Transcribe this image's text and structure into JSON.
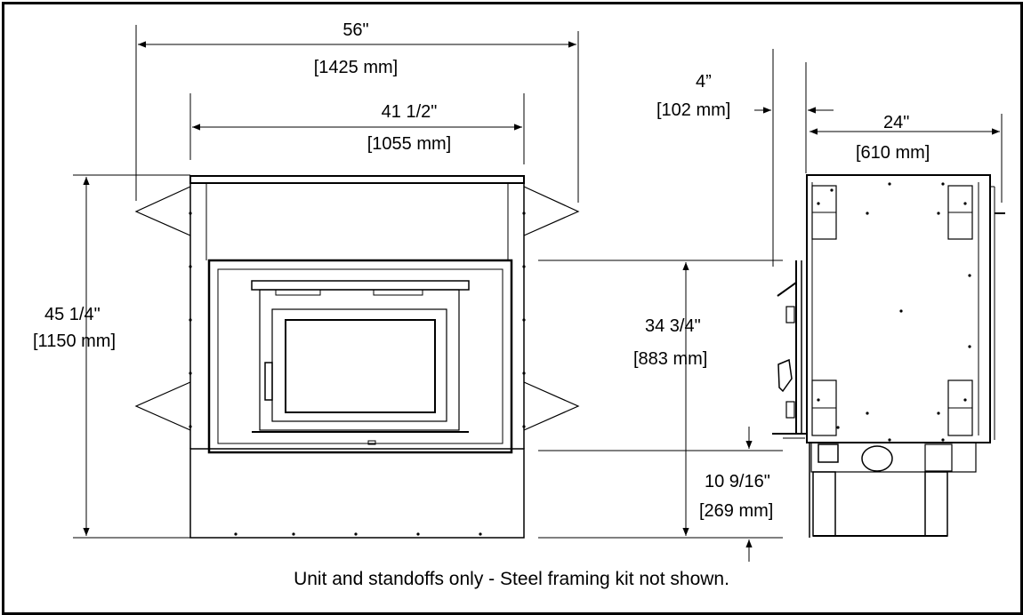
{
  "dimensions": {
    "overall_width": {
      "imperial": "56\"",
      "metric": "[1425 mm]"
    },
    "unit_width": {
      "imperial": "41 1/2\"",
      "metric": "[1055 mm]"
    },
    "overall_height": {
      "imperial": "45 1/4\"",
      "metric": "[1150 mm]"
    },
    "standoff": {
      "imperial": "4”",
      "metric": "[102 mm]"
    },
    "depth": {
      "imperial": "24\"",
      "metric": "[610 mm]"
    },
    "opening_height": {
      "imperial": "34 3/4\"",
      "metric": "[883 mm]"
    },
    "base_height": {
      "imperial": "10 9/16\"",
      "metric": "[269 mm]"
    }
  },
  "caption": "Unit and standoffs only - Steel framing kit not shown."
}
